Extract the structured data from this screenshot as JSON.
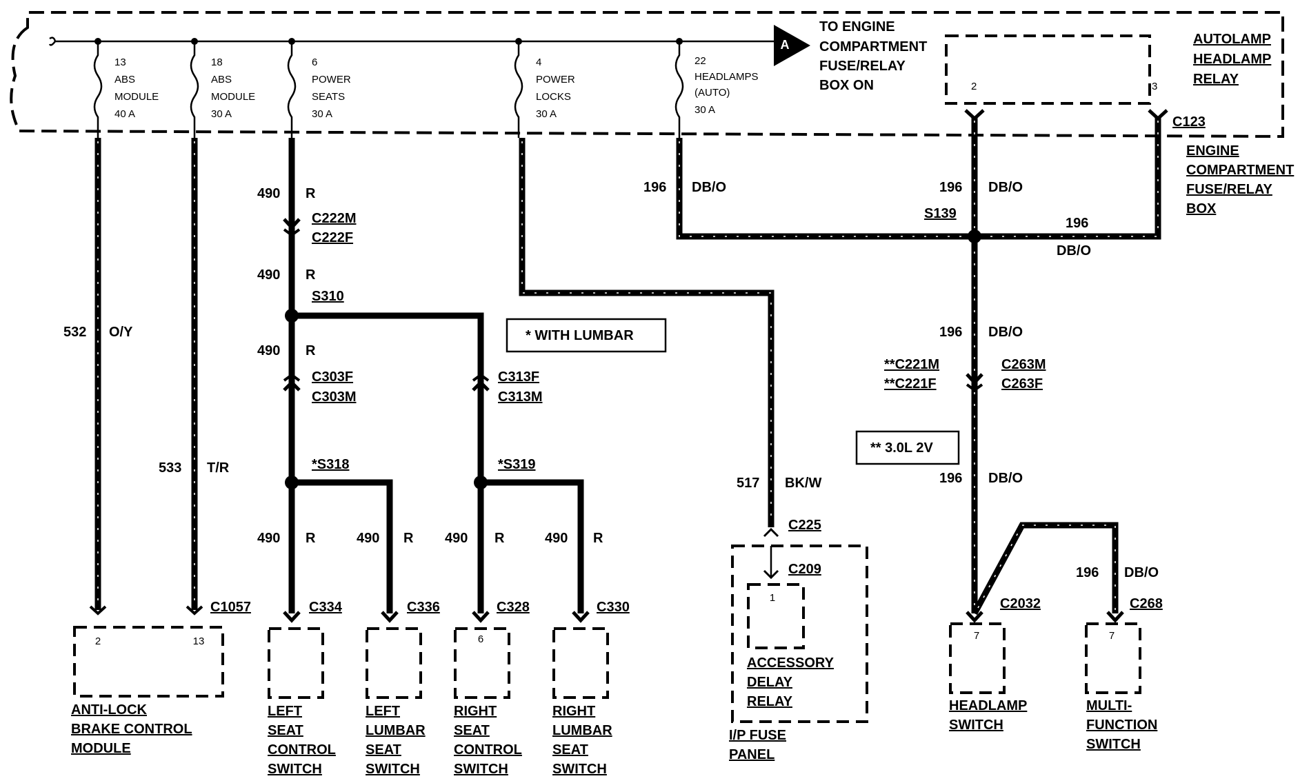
{
  "header": {
    "to_engine": [
      "TO ENGINE",
      "COMPARTMENT",
      "FUSE/RELAY",
      "BOX ON"
    ],
    "connector_ref": "A"
  },
  "fuses": [
    {
      "num": "13",
      "line1": "ABS",
      "line2": "MODULE",
      "rating": "40 A"
    },
    {
      "num": "18",
      "line1": "ABS",
      "line2": "MODULE",
      "rating": "30 A"
    },
    {
      "num": "6",
      "line1": "POWER",
      "line2": "SEATS",
      "rating": "30 A"
    },
    {
      "num": "4",
      "line1": "POWER",
      "line2": "LOCKS",
      "rating": "30 A"
    },
    {
      "num": "22",
      "line1": "HEADLAMPS",
      "line2": "(AUTO)",
      "rating": "30 A"
    }
  ],
  "relay": {
    "title": [
      "AUTOLAMP",
      "HEADLAMP",
      "RELAY"
    ],
    "pin_left": "2",
    "pin_right": "3",
    "connector": "C123"
  },
  "engine_box": [
    "ENGINE",
    "COMPARTMENT",
    "FUSE/RELAY",
    "BOX"
  ],
  "wires": {
    "w532": {
      "num": "532",
      "color": "O/Y"
    },
    "w533": {
      "num": "533",
      "color": "T/R"
    },
    "w490": {
      "num": "490",
      "color": "R"
    },
    "w517": {
      "num": "517",
      "color": "BK/W"
    },
    "w196": {
      "num": "196",
      "color": "DB/O"
    }
  },
  "connectors": {
    "c222m": "C222M",
    "c222f": "C222F",
    "s310": "S310",
    "c303f": "C303F",
    "c303m": "C303M",
    "c313f": "C313F",
    "c313m": "C313M",
    "s318": "*S318",
    "s319": "*S319",
    "c1057": "C1057",
    "c334": "C334",
    "c336": "C336",
    "c328": "C328",
    "c330": "C330",
    "c225": "C225",
    "c209": "C209",
    "s139": "S139",
    "c221m": "**C221M",
    "c221f": "**C221F",
    "c263m": "C263M",
    "c263f": "C263F",
    "c2032": "C2032",
    "c268": "C268"
  },
  "notes": {
    "lumbar": "*  WITH LUMBAR",
    "engine": "**  3.0L 2V"
  },
  "components": {
    "abs": {
      "pins": [
        "2",
        "13"
      ],
      "label": [
        "ANTI-LOCK",
        "BRAKE CONTROL",
        "MODULE"
      ]
    },
    "left_seat": {
      "label": [
        "LEFT",
        "SEAT",
        "CONTROL",
        "SWITCH"
      ]
    },
    "left_lumbar": {
      "label": [
        "LEFT",
        "LUMBAR",
        "SEAT",
        "SWITCH"
      ]
    },
    "right_seat": {
      "pin": "6",
      "label": [
        "RIGHT",
        "SEAT",
        "CONTROL",
        "SWITCH"
      ]
    },
    "right_lumbar": {
      "label": [
        "RIGHT",
        "LUMBAR",
        "SEAT",
        "SWITCH"
      ]
    },
    "accessory": {
      "pin": "1",
      "label": [
        "ACCESSORY",
        "DELAY",
        "RELAY"
      ]
    },
    "ip_fuse": {
      "label": [
        "I/P FUSE",
        "PANEL"
      ]
    },
    "headlamp": {
      "pin": "7",
      "label": [
        "HEADLAMP",
        "SWITCH"
      ]
    },
    "multi": {
      "pin": "7",
      "label": [
        "MULTI-",
        "FUNCTION",
        "SWITCH"
      ]
    }
  }
}
